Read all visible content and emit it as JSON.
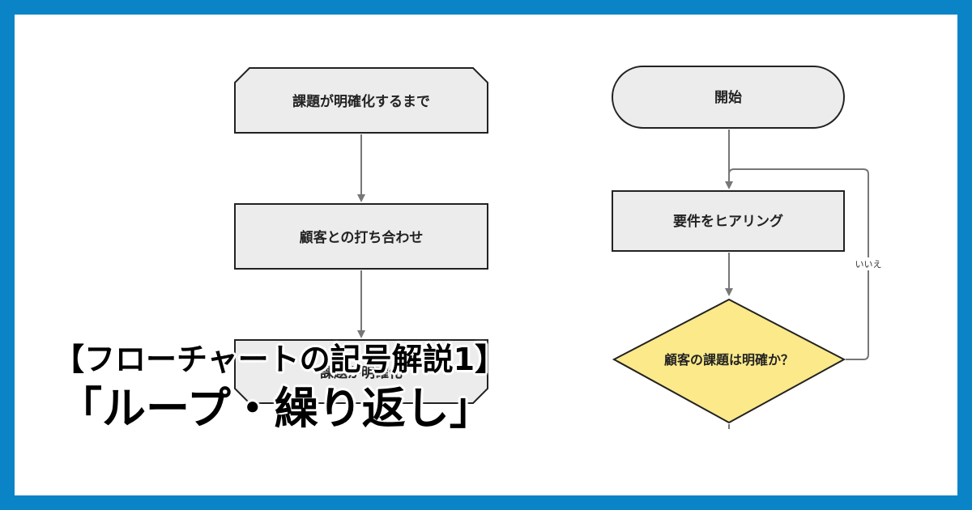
{
  "colors": {
    "frame": "#0a84c6",
    "background": "#ffffff",
    "node_fill": "#ececec",
    "node_stroke": "#222222",
    "decision_fill": "#fbe98a",
    "arrow": "#777777"
  },
  "left_flow": {
    "loop_start": "課題が明確化するまで",
    "process": "顧客との打ち合わせ",
    "loop_end": "課題が明確化"
  },
  "right_flow": {
    "start": "開始",
    "process": "要件をヒアリング",
    "decision": "顧客の課題は明確か？",
    "edge_no": "いいえ"
  },
  "title": {
    "line1": "【フローチャートの記号解説1】",
    "line2": "「ループ・繰り返し」"
  }
}
